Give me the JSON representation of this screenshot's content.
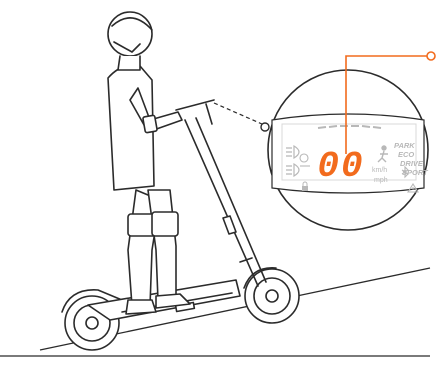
{
  "diagram": {
    "speed_display": "00",
    "units": {
      "kmh": "km/h",
      "mph": "mph"
    },
    "modes": [
      "PARK",
      "ECO",
      "DRIVE",
      "SPORT"
    ],
    "icons": [
      "headlight-icon",
      "fog-light-icon",
      "brake-icon",
      "lock-icon",
      "pedestrian-icon",
      "bluetooth-icon",
      "warning-icon"
    ],
    "colors": {
      "accent": "#f26b1d",
      "line": "#2b2b2b",
      "lcd_grey": "#b8b8b8"
    }
  }
}
